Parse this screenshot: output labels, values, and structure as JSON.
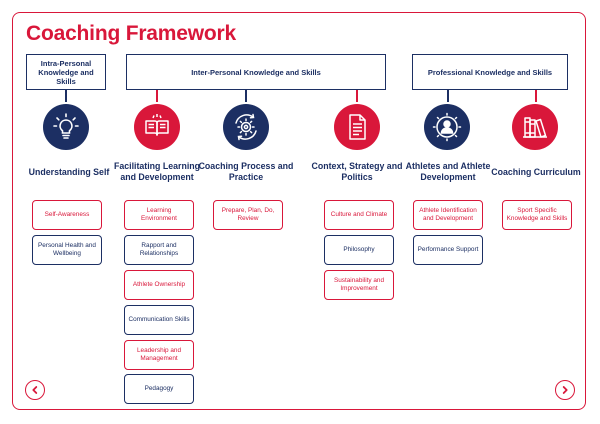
{
  "title": "Coaching Framework",
  "colors": {
    "red": "#d9173a",
    "navy": "#1c2f63"
  },
  "categories": [
    {
      "label": "Intra-Personal Knowledge and Skills"
    },
    {
      "label": "Inter-Personal Knowledge and Skills"
    },
    {
      "label": "Professional Knowledge and Skills"
    }
  ],
  "columns": [
    {
      "title": "Understanding Self",
      "icon": "lightbulb-icon",
      "items": [
        {
          "label": "Self-Awareness",
          "color": "red"
        },
        {
          "label": "Personal Health and Wellbeing",
          "color": "navy"
        }
      ]
    },
    {
      "title": "Facilitating Learning and Development",
      "icon": "open-book-icon",
      "items": [
        {
          "label": "Learning Environment",
          "color": "red"
        },
        {
          "label": "Rapport and Relationships",
          "color": "navy"
        },
        {
          "label": "Athlete Ownership",
          "color": "red"
        },
        {
          "label": "Communication Skills",
          "color": "navy"
        },
        {
          "label": "Leadership and Management",
          "color": "red"
        },
        {
          "label": "Pedagogy",
          "color": "navy"
        }
      ]
    },
    {
      "title": "Coaching Process and Practice",
      "icon": "gear-cycle-icon",
      "items": [
        {
          "label": "Prepare, Plan, Do, Review",
          "color": "red"
        }
      ]
    },
    {
      "title": "Context, Strategy and Politics",
      "icon": "document-icon",
      "items": [
        {
          "label": "Culture and Climate",
          "color": "red"
        },
        {
          "label": "Philosophy",
          "color": "navy"
        },
        {
          "label": "Sustainability and Improvement",
          "color": "red"
        }
      ]
    },
    {
      "title": "Athletes and Athlete Development",
      "icon": "person-gear-icon",
      "items": [
        {
          "label": "Athlete Identification and Development",
          "color": "red"
        },
        {
          "label": "Performance Support",
          "color": "navy"
        }
      ]
    },
    {
      "title": "Coaching Curriculum",
      "icon": "books-icon",
      "items": [
        {
          "label": "Sport Specific Knowledge and Skills",
          "color": "red"
        }
      ]
    }
  ],
  "nav": {
    "prev_icon": "chevron-left-icon",
    "next_icon": "chevron-right-icon"
  }
}
